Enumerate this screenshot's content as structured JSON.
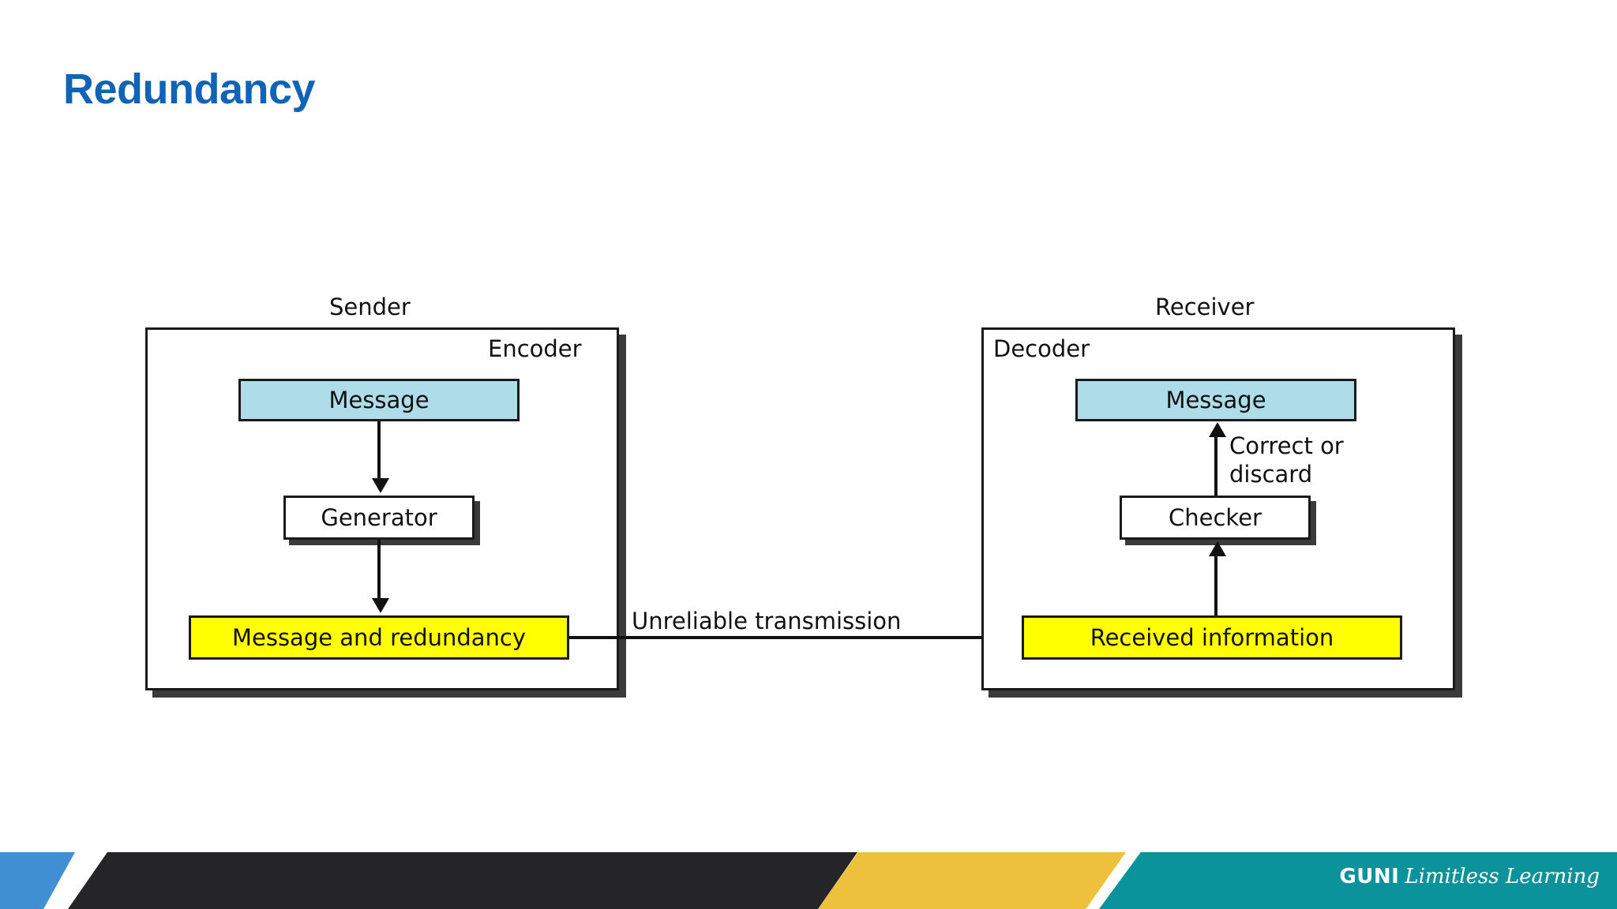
{
  "slide": {
    "title": "Redundancy",
    "title_color": "#1163b6",
    "background": "#ffffff"
  },
  "diagram": {
    "type": "block-diagram",
    "sender": {
      "caption": "Sender",
      "inner_label": "Encoder",
      "nodes": [
        {
          "id": "message",
          "label": "Message",
          "fill": "#aedce8"
        },
        {
          "id": "generator",
          "label": "Generator",
          "fill": "#ffffff"
        },
        {
          "id": "message_and_redundancy",
          "label": "Message and redundancy",
          "fill": "#ffff00"
        }
      ]
    },
    "receiver": {
      "caption": "Receiver",
      "inner_label": "Decoder",
      "nodes": [
        {
          "id": "message",
          "label": "Message",
          "fill": "#aedce8"
        },
        {
          "id": "checker",
          "label": "Checker",
          "fill": "#ffffff"
        },
        {
          "id": "received_information",
          "label": "Received information",
          "fill": "#ffff00"
        }
      ],
      "annotation_line1": "Correct or",
      "annotation_line2": "discard"
    },
    "link": {
      "label": "Unreliable transmission",
      "direction": "sender-to-receiver"
    }
  },
  "footer": {
    "brand_name": "GUNI",
    "brand_tagline": "Limitless Learning",
    "band_colors": {
      "blue": "#3f8fd2",
      "dark": "#252528",
      "yellow": "#eec13c",
      "teal": "#0b939b"
    }
  }
}
